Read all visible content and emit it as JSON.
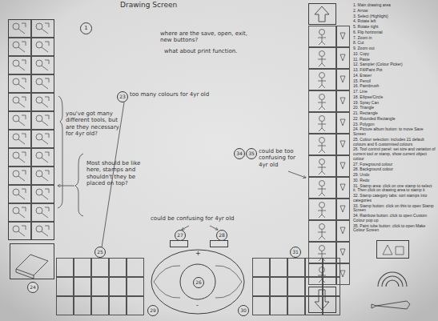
{
  "diagram": {
    "title": "Drawing Screen",
    "labels": [
      "1",
      "where are the save, open, exit, new buttons?",
      "what about print function.",
      "23",
      "too many colours for 4yr old",
      "you've got many different tools, but are they necessary for 4yr old?",
      "Most should be like here, stamps and shouldn't they be placed on top?",
      "34",
      "35",
      "could be too confusing for 4yr old",
      "could be confusing for 4yr old",
      "25",
      "27",
      "28",
      "26",
      "29",
      "30",
      "31",
      "24",
      "+",
      "-",
      "1. Main drawing area",
      "2. Arrow",
      "3. Select (Highlight)",
      "4. Rotate left",
      "5. Rotate right",
      "6. Flip horizontal",
      "7. Zoom in",
      "8. Cut",
      "9. Zoom out",
      "10. Copy",
      "11. Paste",
      "12. Sampler (Colour Picker)",
      "13. Fill/Paint Pot",
      "14. Eraser",
      "15. Pencil",
      "16. Paintbrush",
      "17. Line",
      "18. Ellipse/Circle",
      "19. Spray Can",
      "20. Triangle",
      "21. Rectangle",
      "22. Rounded Rectangle",
      "23. Polygon",
      "24. Picture album button: to move Save Screen",
      "25. Colour selection: includes 21 default colours and 6 customised colours",
      "26. Tool control panel: set size and variation of current tool or stamp, show current object colour",
      "27. Foreground colour",
      "28. Background colour",
      "29. Undo",
      "30. Redo",
      "31. Stamp area: click on one stamp to select it. Then click on drawing area to stamp it",
      "32. Stamp category tabs: sort stamps into categories",
      "33. Stamp button: click on this to open Stamp Screen",
      "34. Rainbow button: click to open Custom Colour pop up",
      "35. Paint tube button: click to open Make Colour Screen"
    ]
  }
}
